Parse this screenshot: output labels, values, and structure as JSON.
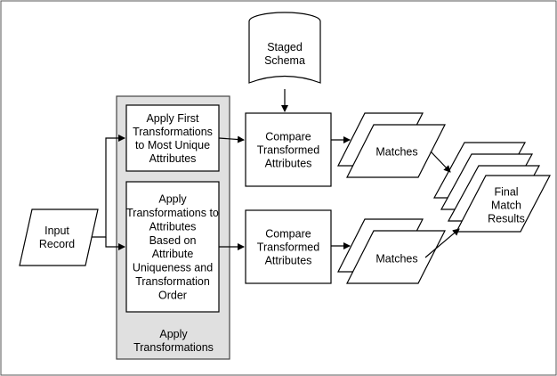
{
  "diagram": {
    "colors": {
      "line": "#000000",
      "background": "#ffffff",
      "group_fill": "#e0e0e0",
      "group_border": "#444444"
    },
    "nodes": {
      "input_record": {
        "lines": [
          "Input",
          "Record"
        ]
      },
      "staged_schema": {
        "lines": [
          "Staged",
          "Schema"
        ]
      },
      "transform_group": {
        "lines": [
          "Apply",
          "Transformations"
        ]
      },
      "apply_first": {
        "lines": [
          "Apply First",
          "Transformations",
          "to Most Unique",
          "Attributes"
        ]
      },
      "apply_based": {
        "lines": [
          "Apply",
          "Transformations to",
          "Attributes",
          "Based on",
          "Attribute",
          "Uniqueness and",
          "Transformation",
          "Order"
        ]
      },
      "compare_top": {
        "lines": [
          "Compare",
          "Transformed",
          "Attributes"
        ]
      },
      "compare_bottom": {
        "lines": [
          "Compare",
          "Transformed",
          "Attributes"
        ]
      },
      "matches_top": {
        "lines": [
          "Matches"
        ]
      },
      "matches_bottom": {
        "lines": [
          "Matches"
        ]
      },
      "final_results": {
        "lines": [
          "Final",
          "Match",
          "Results"
        ]
      }
    }
  }
}
